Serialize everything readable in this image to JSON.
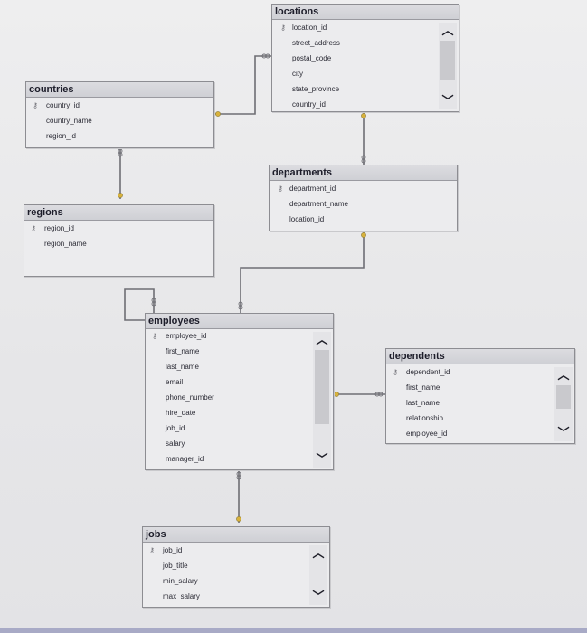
{
  "tables": {
    "locations": {
      "name": "locations",
      "columns": [
        "location_id",
        "street_address",
        "postal_code",
        "city",
        "state_province",
        "country_id"
      ]
    },
    "countries": {
      "name": "countries",
      "columns": [
        "country_id",
        "country_name",
        "region_id"
      ]
    },
    "departments": {
      "name": "departments",
      "columns": [
        "department_id",
        "department_name",
        "location_id"
      ]
    },
    "regions": {
      "name": "regions",
      "columns": [
        "region_id",
        "region_name"
      ]
    },
    "employees": {
      "name": "employees",
      "columns": [
        "employee_id",
        "first_name",
        "last_name",
        "email",
        "phone_number",
        "hire_date",
        "job_id",
        "salary",
        "manager_id"
      ]
    },
    "dependents": {
      "name": "dependents",
      "columns": [
        "dependent_id",
        "first_name",
        "last_name",
        "relationship",
        "employee_id"
      ]
    },
    "jobs": {
      "name": "jobs",
      "columns": [
        "job_id",
        "job_title",
        "min_salary",
        "max_salary"
      ]
    }
  },
  "icons": {
    "primary_key": "key-icon",
    "scroll_up": "chevron-up-icon",
    "scroll_down": "chevron-down-icon",
    "one_end": "key-connector-icon",
    "many_end": "infinity-icon"
  },
  "colors": {
    "relationship_line": "#6e6e74",
    "key_end": "#d8b23c",
    "table_border": "#8d8d92"
  }
}
